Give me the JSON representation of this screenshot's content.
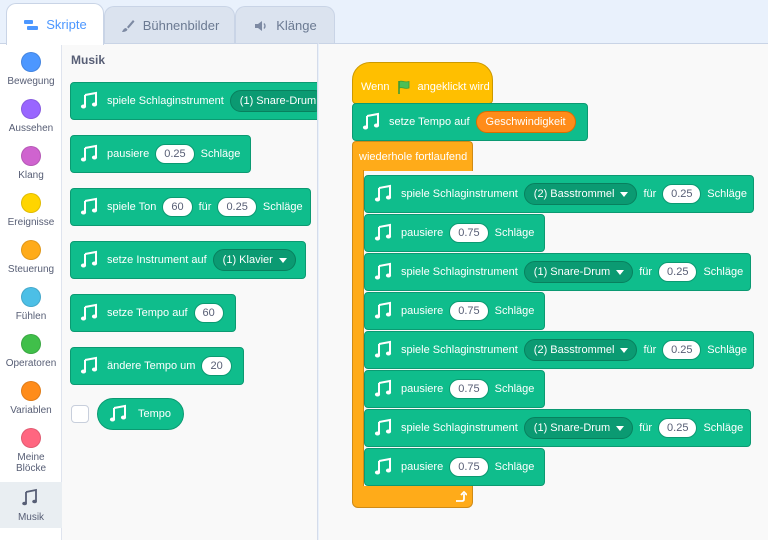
{
  "tabs": [
    {
      "label": "Skripte",
      "active": true
    },
    {
      "label": "Bühnenbilder",
      "active": false
    },
    {
      "label": "Klänge",
      "active": false
    }
  ],
  "categories": [
    {
      "label": "Bewegung",
      "color": "#4c97ff"
    },
    {
      "label": "Aussehen",
      "color": "#9966ff"
    },
    {
      "label": "Klang",
      "color": "#cf63cf"
    },
    {
      "label": "Ereignisse",
      "color": "#ffd500"
    },
    {
      "label": "Steuerung",
      "color": "#ffab19"
    },
    {
      "label": "Fühlen",
      "color": "#4cbfe6"
    },
    {
      "label": "Operatoren",
      "color": "#40bf4a"
    },
    {
      "label": "Variablen",
      "color": "#ff8c1a"
    },
    {
      "label": "Meine Blöcke",
      "color": "#ff6680"
    },
    {
      "label": "Musik",
      "color": "#0fbd8c",
      "icon": "music-note-icon",
      "selected": true
    }
  ],
  "palette": {
    "title": "Musik",
    "blocks": [
      {
        "parts": [
          "spiele Schlaginstrument"
        ],
        "dropdown": "(1) Snare-Drum"
      },
      {
        "text1": "pausiere",
        "value": "0.25",
        "text2": "Schläge"
      },
      {
        "text1": "spiele Ton",
        "value1": "60",
        "text2": "für",
        "value2": "0.25",
        "text3": "Schläge"
      },
      {
        "text1": "setze Instrument auf",
        "dropdown": "(1) Klavier"
      },
      {
        "text1": "setze Tempo auf",
        "value": "60"
      },
      {
        "text1": "ändere Tempo um",
        "value": "20"
      },
      {
        "reporter": "Tempo"
      }
    ]
  },
  "script": {
    "hat": {
      "text1": "Wenn",
      "text2": "angeklickt wird"
    },
    "set_tempo": {
      "text": "setze Tempo auf",
      "reporter": "Geschwindigkeit"
    },
    "forever": {
      "label": "wiederhole fortlaufend"
    },
    "body": [
      {
        "text1": "spiele Schlaginstrument",
        "dropdown": "(2) Basstrommel",
        "text2": "für",
        "value": "0.25",
        "text3": "Schläge"
      },
      {
        "text1": "pausiere",
        "value": "0.75",
        "text3": "Schläge"
      },
      {
        "text1": "spiele Schlaginstrument",
        "dropdown": "(1) Snare-Drum",
        "text2": "für",
        "value": "0.25",
        "text3": "Schläge"
      },
      {
        "text1": "pausiere",
        "value": "0.75",
        "text3": "Schläge"
      },
      {
        "text1": "spiele Schlaginstrument",
        "dropdown": "(2) Basstrommel",
        "text2": "für",
        "value": "0.25",
        "text3": "Schläge"
      },
      {
        "text1": "pausiere",
        "value": "0.75",
        "text3": "Schläge"
      },
      {
        "text1": "spiele Schlaginstrument",
        "dropdown": "(1) Snare-Drum",
        "text2": "für",
        "value": "0.25",
        "text3": "Schläge"
      },
      {
        "text1": "pausiere",
        "value": "0.75",
        "text3": "Schläge"
      }
    ]
  }
}
